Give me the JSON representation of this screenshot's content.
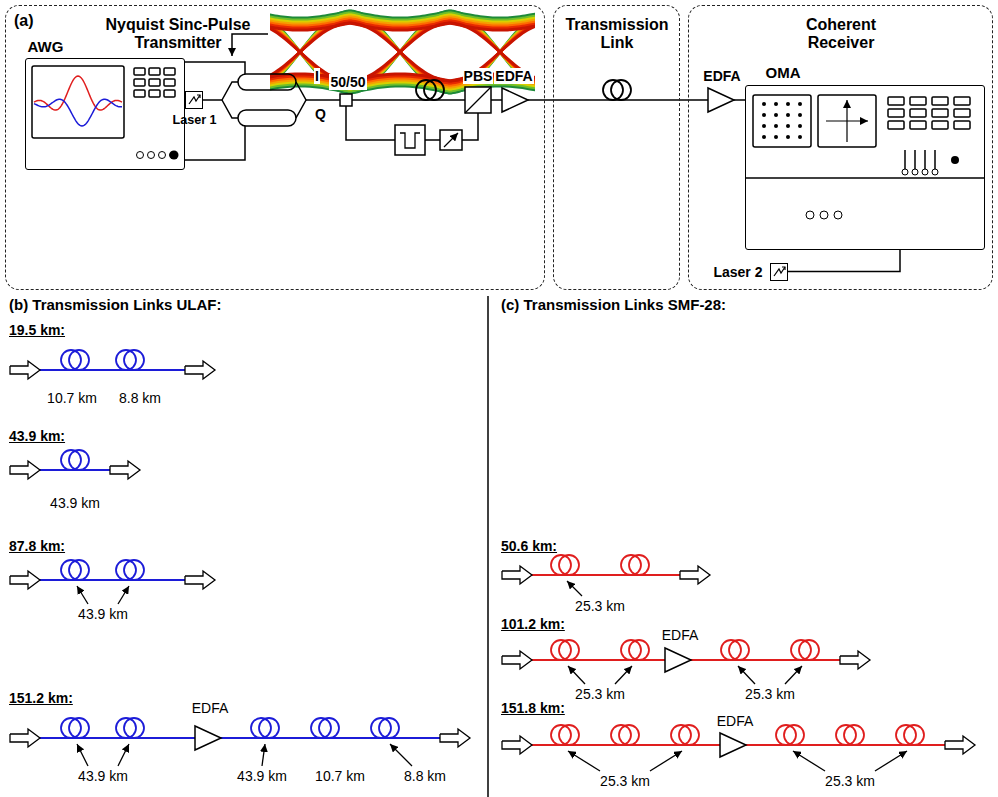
{
  "diagram": {
    "nodes": [
      {
        "text": [
          "(a)",
          "Nyquist Sinc-Pulse Transmitter"
        ]
      },
      {
        "text": [
          "AWG"
        ],
        "in": 0
      },
      {
        "text": [
          "Laser 1"
        ],
        "in": 0
      },
      {
        "text": [
          "Transmission Link"
        ]
      },
      {
        "text": [
          "Coherent Receiver"
        ]
      },
      {
        "text": [
          "OMA"
        ],
        "in": 4
      },
      {
        "text": [
          "Laser 2"
        ],
        "in": 4
      }
    ],
    "edges": [
      {
        "from": 0,
        "to": 3,
        "arrow": "none"
      },
      {
        "from": 3,
        "to": 4,
        "arrow": "none"
      },
      {
        "from": 6,
        "to": 5,
        "arrow": "none"
      }
    ],
    "labels": [
      "I",
      "Q",
      "50/50",
      "PBS",
      "EDFA",
      "EDFA",
      "(b) Transmission Links ULAF:",
      "19.5 km:",
      "10.7 km",
      "8.8 km",
      "43.9 km:",
      "43.9 km",
      "87.8 km:",
      "43.9 km",
      "151.2 km:",
      "43.9 km",
      "EDFA",
      "43.9 km",
      "10.7 km",
      "8.8 km",
      "(c) Transmission Links SMF-28:",
      "50.6 km:",
      "25.3 km",
      "101.2 km:",
      "25.3 km",
      "EDFA",
      "25.3 km",
      "151.8 km:",
      "25.3 km",
      "EDFA",
      "25.3 km"
    ]
  }
}
